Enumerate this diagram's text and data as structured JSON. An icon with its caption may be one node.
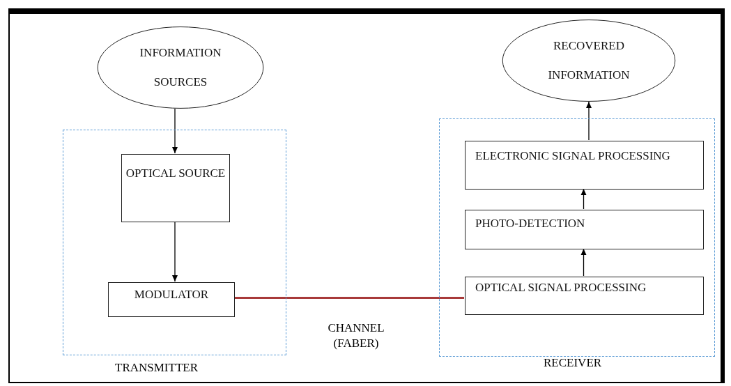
{
  "diagram": {
    "nodes": [
      {
        "text": [
          "INFORMATION SOURCES"
        ]
      },
      {
        "text": [],
        "shape": "box",
        "beside": [
          "TRANSMITTER"
        ]
      },
      {
        "text": [
          "OPTICAL SOURCE"
        ],
        "in": 1
      },
      {
        "text": [
          "MODULATOR"
        ],
        "in": 1
      },
      {
        "text": [
          "RECOVERED INFORMATION"
        ]
      },
      {
        "text": [],
        "shape": "box",
        "beside": [
          "RECEIVER"
        ]
      },
      {
        "text": [
          "ELECTRONIC SIGNAL PROCESSING"
        ],
        "in": 5
      },
      {
        "text": [
          "PHOTO-DETECTION"
        ],
        "in": 5
      },
      {
        "text": [
          "OPTICAL SIGNAL PROCESSING"
        ],
        "in": 5
      }
    ],
    "edges": [
      {
        "from": 0,
        "to": 2,
        "arrow": "to"
      },
      {
        "from": 2,
        "to": 3,
        "arrow": "to"
      },
      {
        "from": 3,
        "to": 8,
        "arrow": "none",
        "label": "CHANNEL (FABER)",
        "style": "thick",
        "color": "#a83a3a"
      },
      {
        "from": 8,
        "to": 7,
        "arrow": "to"
      },
      {
        "from": 7,
        "to": 6,
        "arrow": "to"
      },
      {
        "from": 6,
        "to": 4,
        "arrow": "to"
      }
    ]
  }
}
